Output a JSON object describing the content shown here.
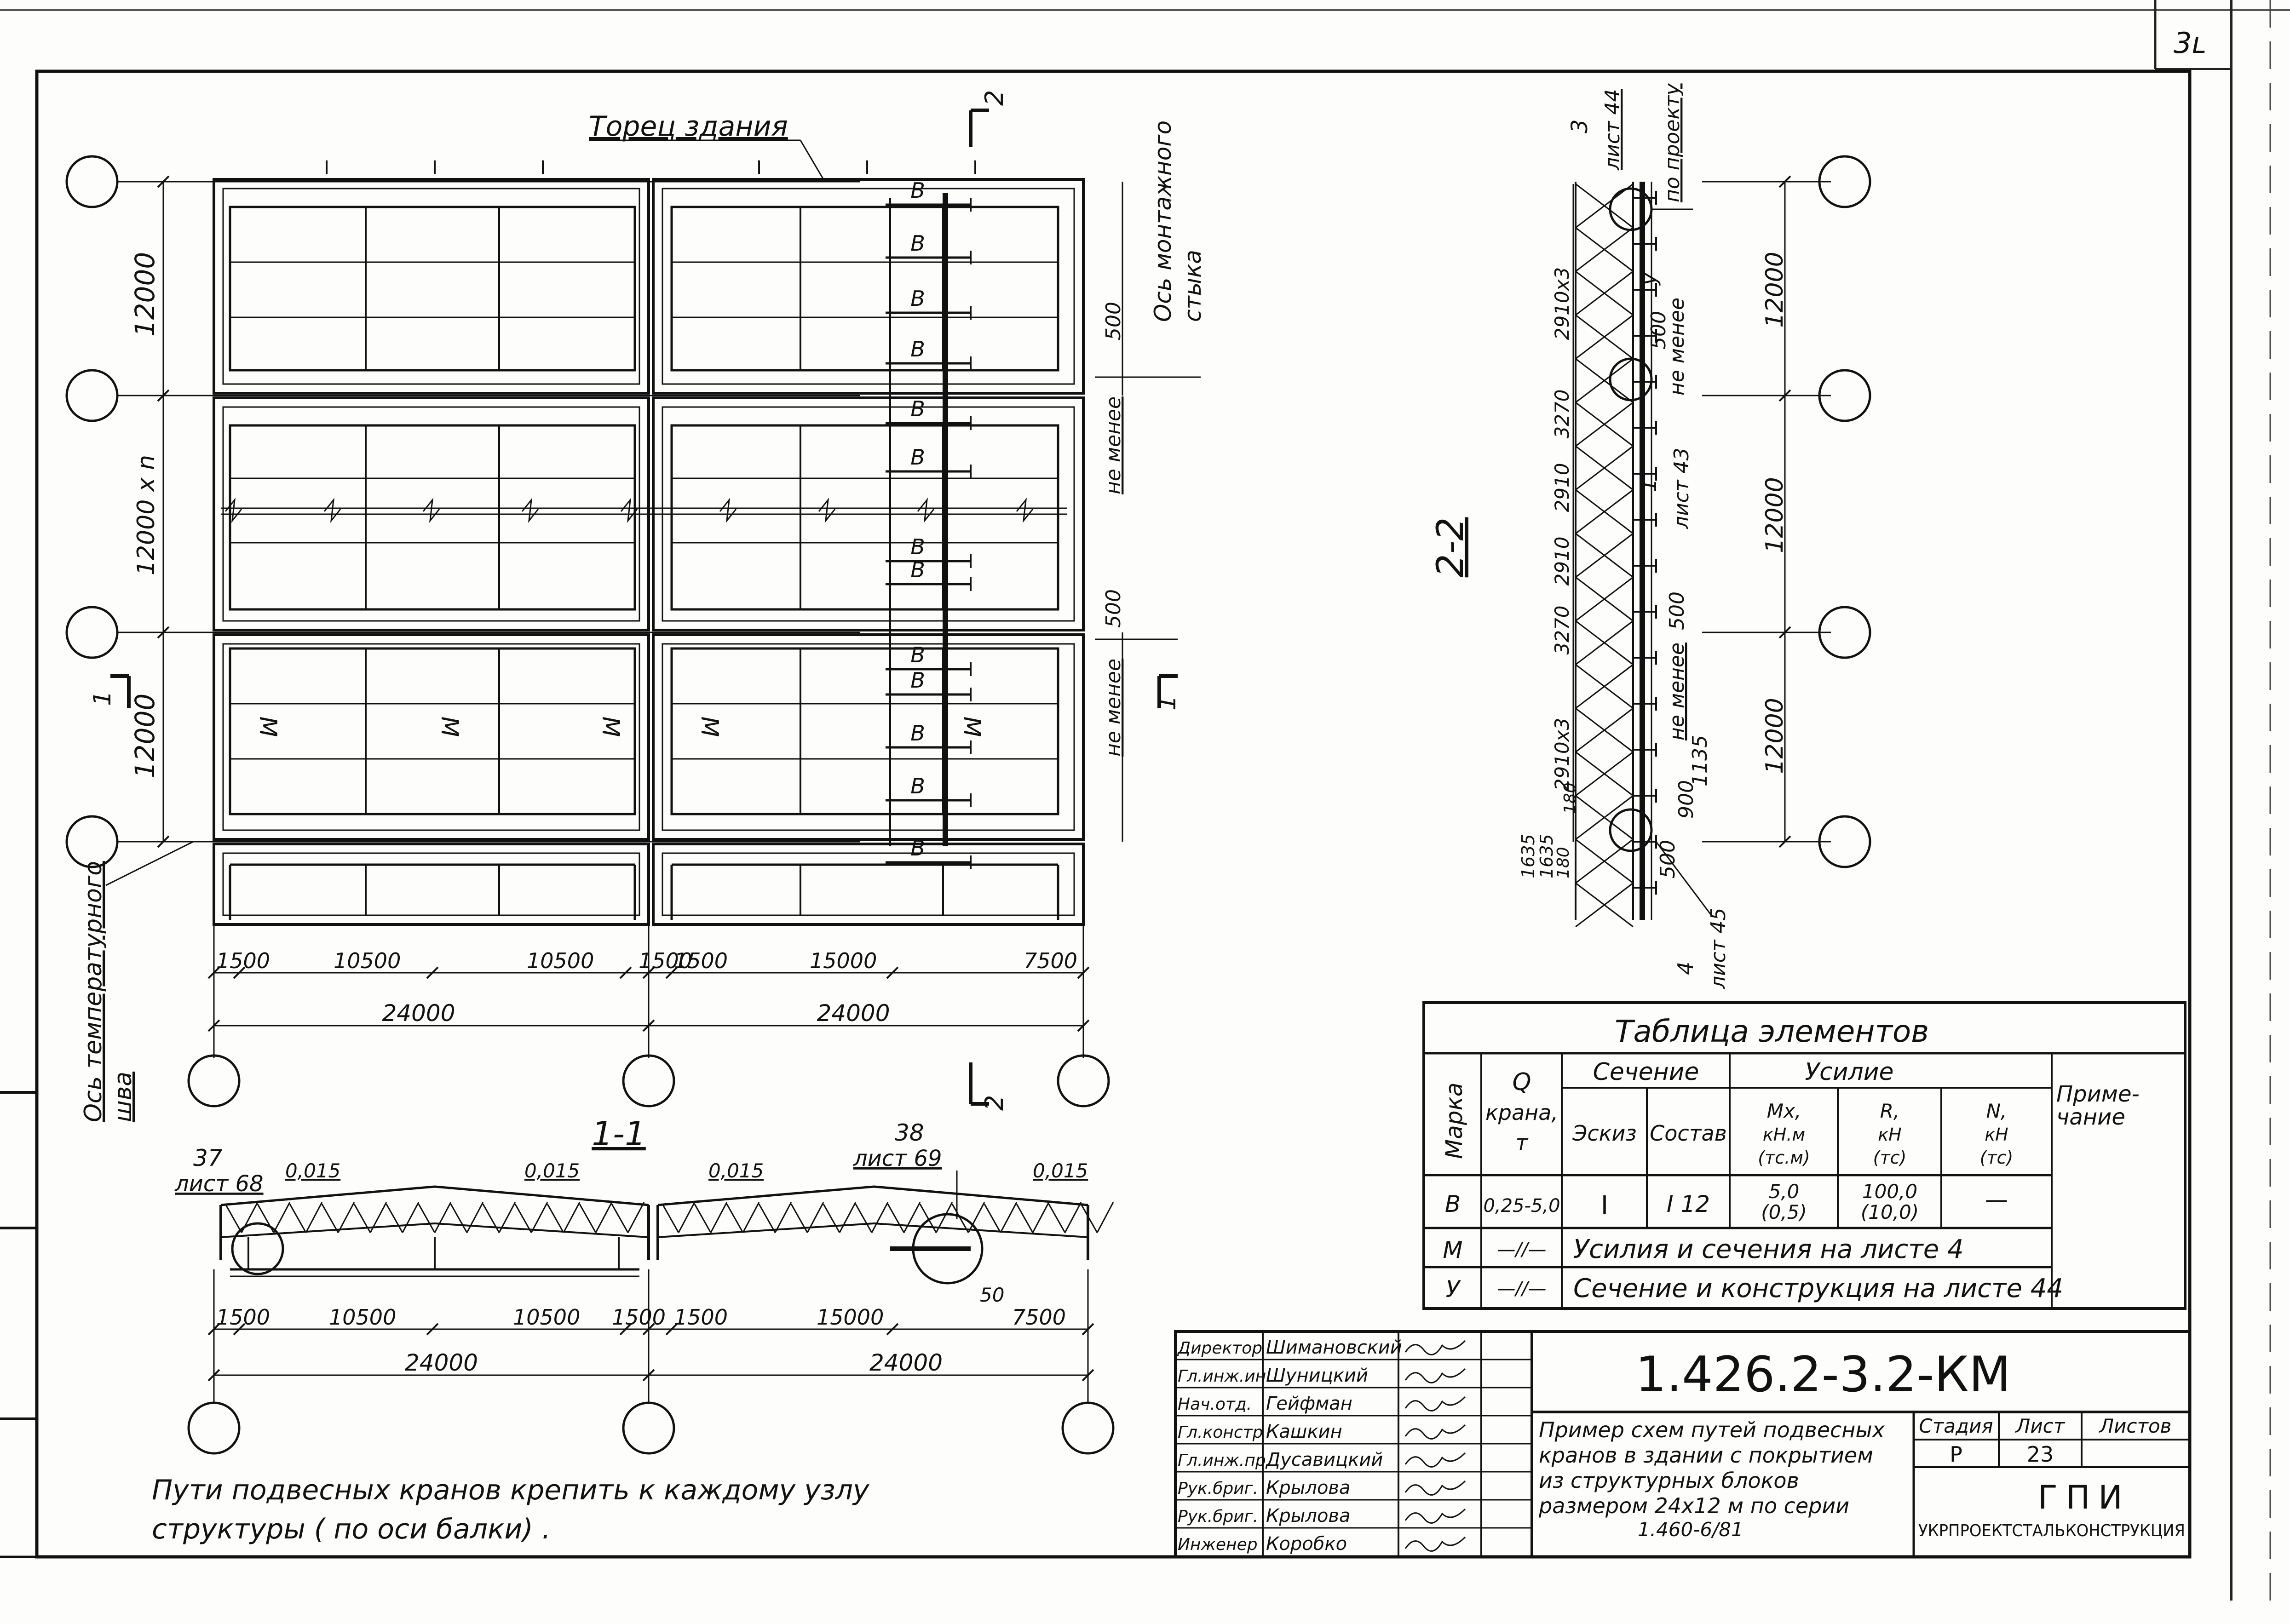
{
  "sheet": {
    "corner_number": "3ʟ",
    "section_22_label": "2-2",
    "section_11_label": "1-1",
    "cut_marks": {
      "c2": "2",
      "c1": "1"
    },
    "plan_labels": {
      "torets": "Торец здания",
      "os_mont": "Ось монтажного",
      "os_mont2": "стыка",
      "os_temp": "Ось температурного",
      "os_temp2": "шва",
      "ne_menee": "не менее",
      "v500": "500"
    },
    "plan_dims": {
      "left": [
        "12000",
        "12000 x n",
        "12000"
      ],
      "bottom_row1": [
        "1500",
        "10500",
        "10500",
        "1500",
        "1500",
        "15000",
        "7500"
      ],
      "bottom_row2": [
        "24000",
        "24000"
      ]
    },
    "plan_marks": {
      "B": "B",
      "M": "M",
      "I": "I"
    },
    "sec22": {
      "top_ref_num": "3",
      "top_ref_sheet": "лист 44",
      "po_proektu": "по проекту",
      "y_mark": "у",
      "left_dims": [
        "2910x3",
        "3270",
        "2910",
        "2910",
        "3270",
        "2910x3",
        "180",
        "1635",
        "1635",
        "180"
      ],
      "right_dims": [
        "12000",
        "12000",
        "12000"
      ],
      "d500a": "500",
      "ne_menee": "не менее",
      "mid_ref_num": "1",
      "mid_ref_sheet": "лист 43",
      "d500b": "500",
      "d900": "900",
      "d1135": "1135",
      "d500c": "500",
      "bot_ref_num": "4",
      "bot_ref_sheet": "лист 45"
    },
    "sec11": {
      "ref37": "37",
      "ref37_sheet": "лист 68",
      "ref38": "38",
      "ref38_sheet": "лист 69",
      "slopes": [
        "0,015",
        "0,015",
        "0,015",
        "0,015"
      ],
      "d50": "50",
      "row1": [
        "1500",
        "10500",
        "10500",
        "1500",
        "1500",
        "15000",
        "7500"
      ],
      "row2": [
        "24000",
        "24000"
      ]
    },
    "note_line1": "Пути подвесных   кранов  крепить  к  каждому  узлу",
    "note_line2": "структуры ( по  оси  балки) ."
  },
  "table": {
    "title": "Таблица элементов",
    "headers": {
      "marka": "Марка",
      "q": [
        "Q",
        "крана,",
        "т"
      ],
      "sechenie": "Сечение",
      "eskiz": "Эскиз",
      "sostav": "Состав",
      "usilie": "Усилие",
      "mx": [
        "Mx,",
        "кН.м",
        "(тс.м)"
      ],
      "r": [
        "R,",
        "кН",
        "(тс)"
      ],
      "n": [
        "N,",
        "кН",
        "(тс)"
      ],
      "prim": [
        "Приме-",
        "чание"
      ]
    },
    "row_b": {
      "mark": "B",
      "q": "0,25-5,0",
      "eskiz": "I",
      "sostav": "I 12",
      "mx1": "5,0",
      "mx2": "(0,5)",
      "r1": "100,0",
      "r2": "(10,0)",
      "n": "—"
    },
    "row_m": {
      "mark": "M",
      "q": "—//—",
      "text": "Усилия и сечения на листе 4"
    },
    "row_y": {
      "mark": "У",
      "q": "—//—",
      "text": "Сечение и конструкция на листе 44"
    }
  },
  "title_block": {
    "staff": [
      {
        "role": "Директор",
        "name": "Шимановский"
      },
      {
        "role": "Гл.инж.ин",
        "name": "Шуницкий"
      },
      {
        "role": "Нач.отд.",
        "name": "Гейфман"
      },
      {
        "role": "Гл.констр",
        "name": "Кашкин"
      },
      {
        "role": "Гл.инж.пр",
        "name": "Дусавицкий"
      },
      {
        "role": "Рук.бриг.",
        "name": "Крылова"
      },
      {
        "role": "Рук.бриг.",
        "name": "Крылова"
      },
      {
        "role": "Инженер",
        "name": "Коробко"
      }
    ],
    "code": "1.426.2-3.2-КМ",
    "desc": [
      "Пример схем путей подвесных",
      "кранов в здании с покрытием",
      "из структурных блоков",
      "размером 24х12 м по серии",
      "1.460-6/81"
    ],
    "stadia_label": "Стадия",
    "list_label": "Лист",
    "listov_label": "Листов",
    "stadia": "Р",
    "list": "23",
    "listov": "",
    "org_logo": "ГПИ",
    "org": "УКРПРОЕКТСТАЛЬКОНСТРУКЦИЯ"
  }
}
